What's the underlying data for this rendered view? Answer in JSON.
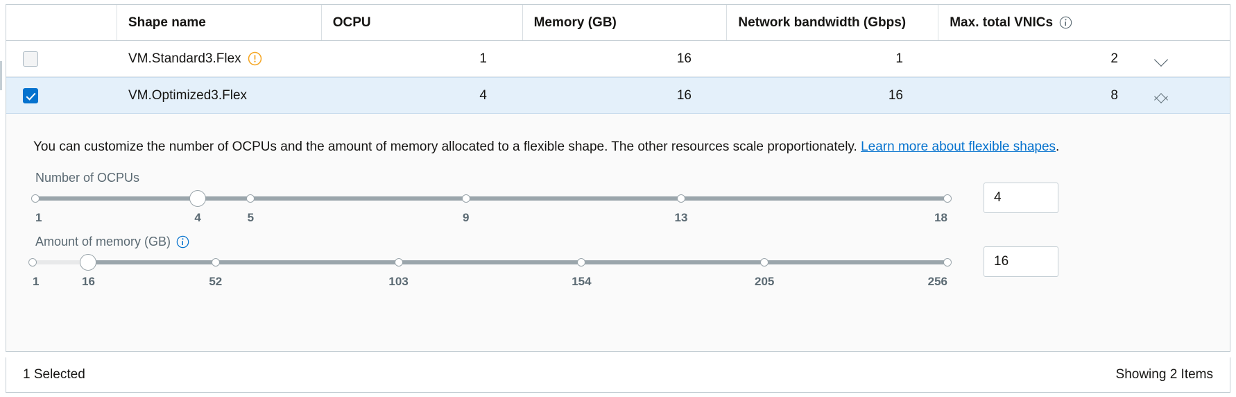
{
  "table": {
    "columns": [
      {
        "key": "checkbox",
        "label": ""
      },
      {
        "key": "shape_name",
        "label": "Shape name"
      },
      {
        "key": "ocpu",
        "label": "OCPU"
      },
      {
        "key": "memory",
        "label": "Memory (GB)"
      },
      {
        "key": "network",
        "label": "Network bandwidth (Gbps)"
      },
      {
        "key": "vnics",
        "label": "Max. total VNICs"
      },
      {
        "key": "expand",
        "label": ""
      }
    ],
    "rows": [
      {
        "name": "VM.Standard3.Flex",
        "ocpu": "1",
        "memory": "16",
        "network": "1",
        "vnics": "2",
        "selected": false,
        "warning": true,
        "expanded": false
      },
      {
        "name": "VM.Optimized3.Flex",
        "ocpu": "4",
        "memory": "16",
        "network": "16",
        "vnics": "8",
        "selected": true,
        "warning": false,
        "expanded": true
      }
    ]
  },
  "detail": {
    "description_before": "You can customize the number of OCPUs and the amount of memory allocated to a flexible shape. The other resources scale proportionately. ",
    "link_text": "Learn more about flexible shapes",
    "description_after": ".",
    "ocpu_slider": {
      "label": "Number of OCPUs",
      "value": "4",
      "min": 1,
      "max": 18,
      "tick_labels": [
        "1",
        "4",
        "5",
        "9",
        "13",
        "18"
      ],
      "tick_positions": [
        0,
        17.8,
        23.6,
        47.2,
        70.8,
        100
      ],
      "handle_position": 17.8,
      "ticks_shown": [
        0,
        23.6,
        47.2,
        70.8,
        100
      ]
    },
    "memory_slider": {
      "label": "Amount of memory (GB)",
      "value": "16",
      "min": 1,
      "max": 256,
      "tick_labels": [
        "1",
        "16",
        "52",
        "103",
        "154",
        "205",
        "256"
      ],
      "tick_positions": [
        0,
        6.1,
        20.0,
        40.0,
        60.0,
        80.0,
        100
      ],
      "handle_position": 6.1,
      "ticks_shown": [
        0,
        20.0,
        40.0,
        60.0,
        80.0,
        100
      ],
      "has_info_icon": true
    }
  },
  "footer": {
    "selected_text": "1 Selected",
    "showing_text": "Showing 2 Items"
  },
  "colors": {
    "accent": "#0572ce",
    "selected_row": "#e4f0fa",
    "warning": "#f5a623",
    "border": "#c4ced4",
    "muted_text": "#5b6a73",
    "track": "#9aa5ab"
  }
}
